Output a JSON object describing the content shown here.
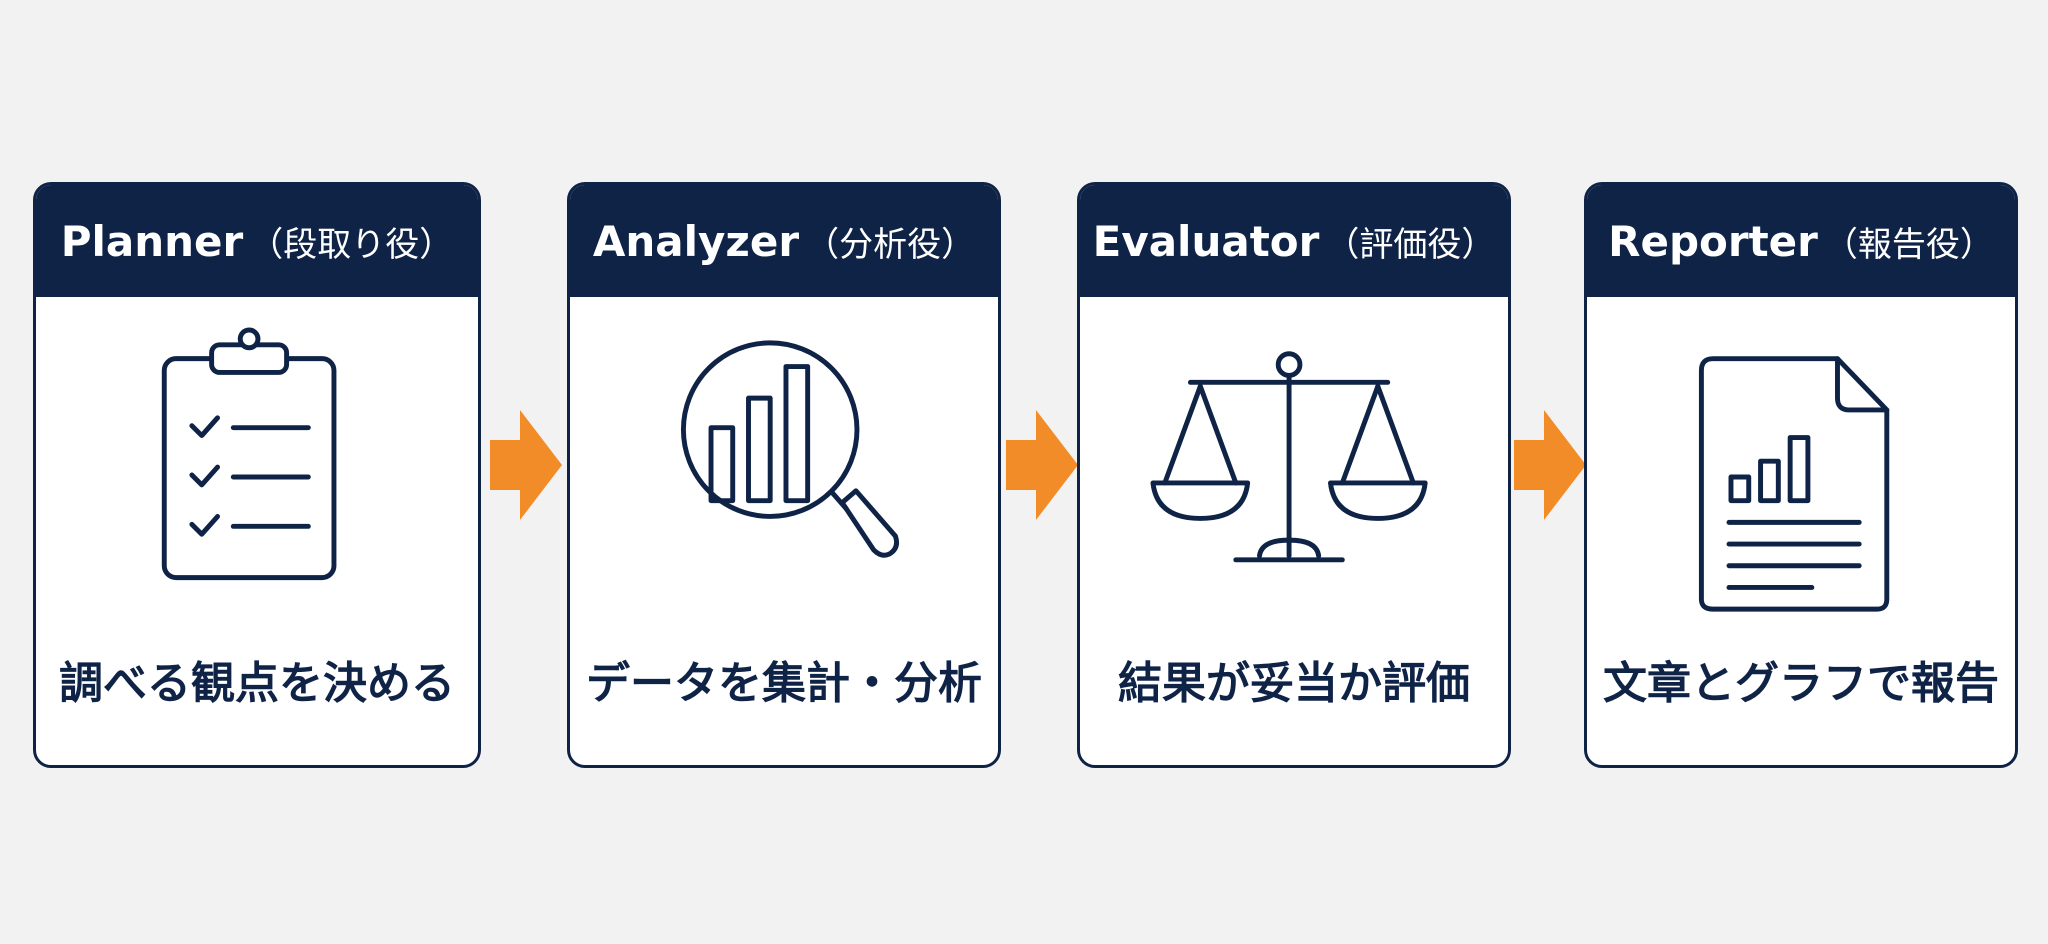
{
  "colors": {
    "background": "#f2f2f2",
    "navy": "#0f2347",
    "arrow": "#f28c28",
    "card": "#ffffff"
  },
  "cards": [
    {
      "title": "Planner",
      "subtitle": "（段取り役）",
      "icon": "clipboard-checklist-icon",
      "caption": "調べる観点を決める"
    },
    {
      "title": "Analyzer",
      "subtitle": "（分析役）",
      "icon": "magnifier-bar-chart-icon",
      "caption": "データを集計・分析"
    },
    {
      "title": "Evaluator",
      "subtitle": "（評価役）",
      "icon": "balance-scale-icon",
      "caption": "結果が妥当か評価"
    },
    {
      "title": "Reporter",
      "subtitle": "（報告役）",
      "icon": "report-document-icon",
      "caption": "文章とグラフで報告"
    }
  ],
  "arrows": [
    "arrow-right-icon",
    "arrow-right-icon",
    "arrow-right-icon"
  ]
}
